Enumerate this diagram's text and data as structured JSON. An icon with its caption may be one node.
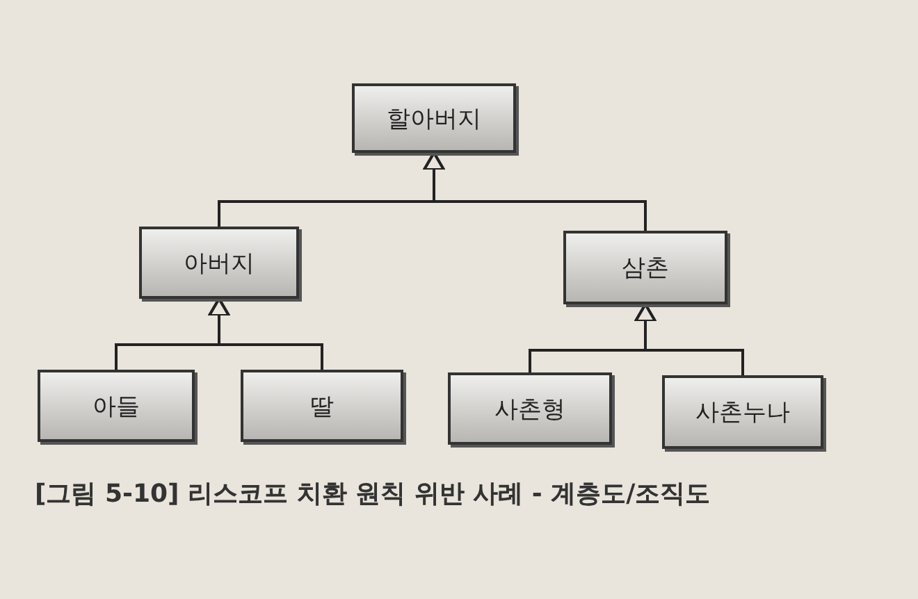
{
  "diagram": {
    "caption": "[그림 5-10] 리스코프 치환 원칙 위반 사례 - 계층도/조직도",
    "nodes": [
      {
        "text": [
          "할아버지"
        ]
      },
      {
        "text": [
          "아버지"
        ]
      },
      {
        "text": [
          "삼촌"
        ]
      },
      {
        "text": [
          "아들"
        ]
      },
      {
        "text": [
          "딸"
        ]
      },
      {
        "text": [
          "사촌형"
        ]
      },
      {
        "text": [
          "사촌누나"
        ]
      }
    ],
    "edges": [
      {
        "from": 1,
        "to": 0,
        "arrow": "to"
      },
      {
        "from": 2,
        "to": 0,
        "arrow": "to"
      },
      {
        "from": 3,
        "to": 1,
        "arrow": "to"
      },
      {
        "from": 4,
        "to": 1,
        "arrow": "to"
      },
      {
        "from": 5,
        "to": 2,
        "arrow": "to"
      },
      {
        "from": 6,
        "to": 2,
        "arrow": "to"
      }
    ]
  }
}
